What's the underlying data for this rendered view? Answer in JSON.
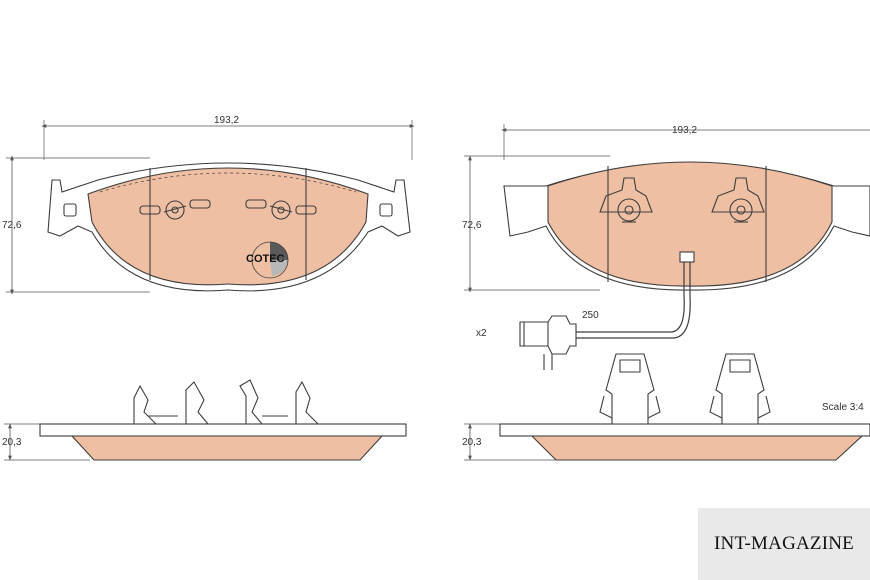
{
  "drawing": {
    "front": {
      "width_label": "193,2",
      "height_label": "72,6",
      "thickness_label": "20,3"
    },
    "rear": {
      "width_label": "193,2",
      "height_label": "72,6",
      "thickness_label": "20,3",
      "wire_length_label": "250",
      "quantity_label": "x2"
    },
    "logo_text": "COTEC",
    "scale_label": "Scale 3:4"
  },
  "watermark": {
    "text": "INT-MAGAZINE"
  },
  "colors": {
    "pad_fill": "#efbfa3",
    "line": "#3d3d3d",
    "dim_line": "#555555"
  }
}
